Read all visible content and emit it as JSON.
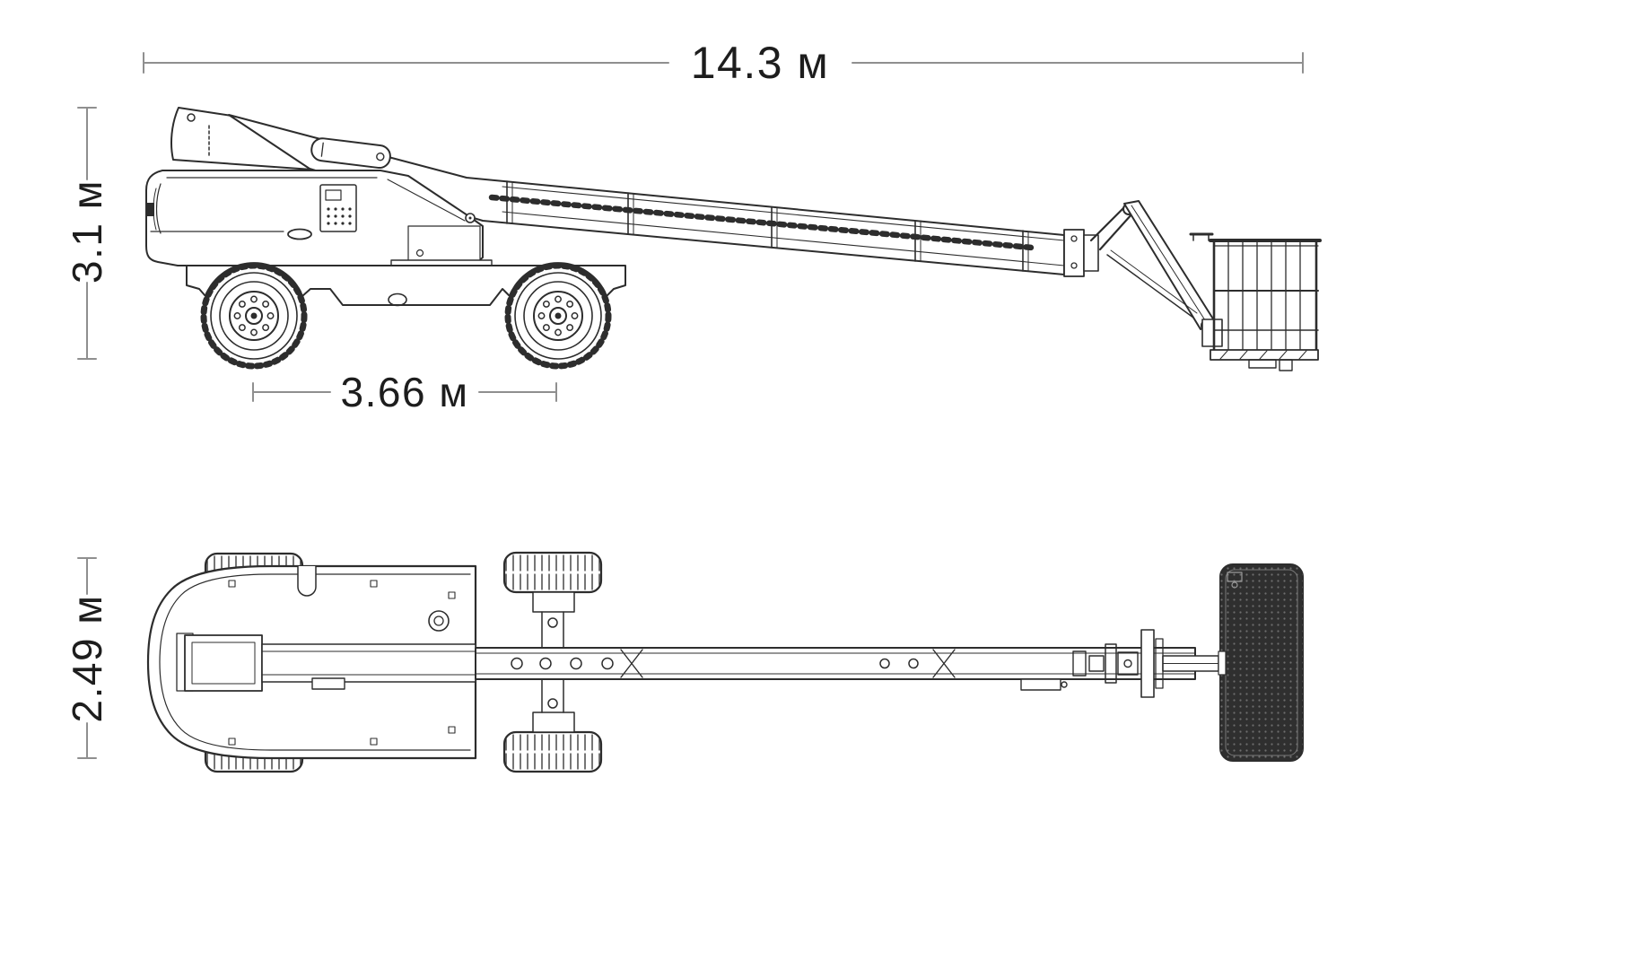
{
  "diagram": {
    "type": "technical-drawing",
    "subject": "telescopic boom lift, side view and top view with overall dimensions",
    "views": [
      {
        "name": "side-view"
      },
      {
        "name": "top-view"
      }
    ],
    "dimensions": {
      "overall_length": {
        "label": "14.3 м"
      },
      "overall_height": {
        "label": "3.1 м"
      },
      "wheelbase": {
        "label": "3.66 м"
      },
      "overall_width": {
        "label": "2.49 м"
      }
    },
    "colors": {
      "line": "#2d2d2d",
      "dimension_line": "#8f8f8f",
      "text": "#1d1d1d",
      "basket_fill": "#2f2f2f",
      "background": "#ffffff"
    }
  }
}
